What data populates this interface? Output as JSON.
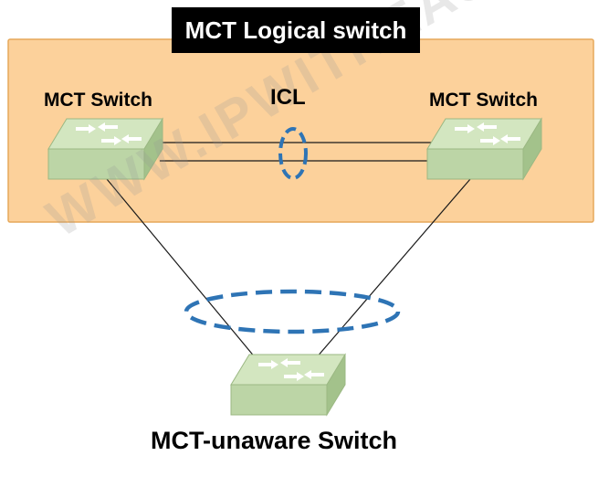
{
  "title": "MCT Logical switch",
  "labels": {
    "left_switch": "MCT Switch",
    "right_switch": "MCT Switch",
    "icl": "ICL",
    "bottom_switch": "MCT-unaware Switch"
  },
  "watermark": "WWW.IPWITHEASE.COM",
  "colors": {
    "logical_box_fill": "#fcd19b",
    "logical_box_border": "#e6a85a",
    "switch_top": "#d3e6c0",
    "switch_front": "#bcd5a6",
    "switch_side": "#a3c28b",
    "lag_ellipse": "#2e74b5",
    "title_bg": "#000000",
    "title_text": "#ffffff"
  },
  "icons": {
    "switch": "network-switch-icon",
    "lag": "dashed-ellipse-lag-icon"
  }
}
